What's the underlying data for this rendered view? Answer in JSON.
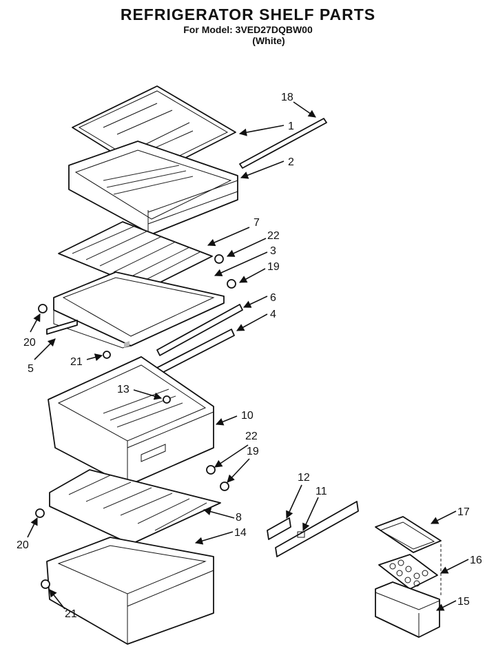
{
  "header": {
    "title": "REFRIGERATOR SHELF PARTS",
    "model_line": "For Model: 3VED27DQBW00",
    "color_line": "(White)"
  },
  "callouts": {
    "n18": "18",
    "n1": "1",
    "n2": "2",
    "n7": "7",
    "n22a": "22",
    "n3": "3",
    "n19a": "19",
    "n6": "6",
    "n4": "4",
    "n20a": "20",
    "n5": "5",
    "n21a": "21",
    "n13": "13",
    "n10": "10",
    "n22b": "22",
    "n19b": "19",
    "n12": "12",
    "n11": "11",
    "n8": "8",
    "n14": "14",
    "n20b": "20",
    "n17": "17",
    "n16": "16",
    "n15": "15",
    "n21b": "21"
  }
}
